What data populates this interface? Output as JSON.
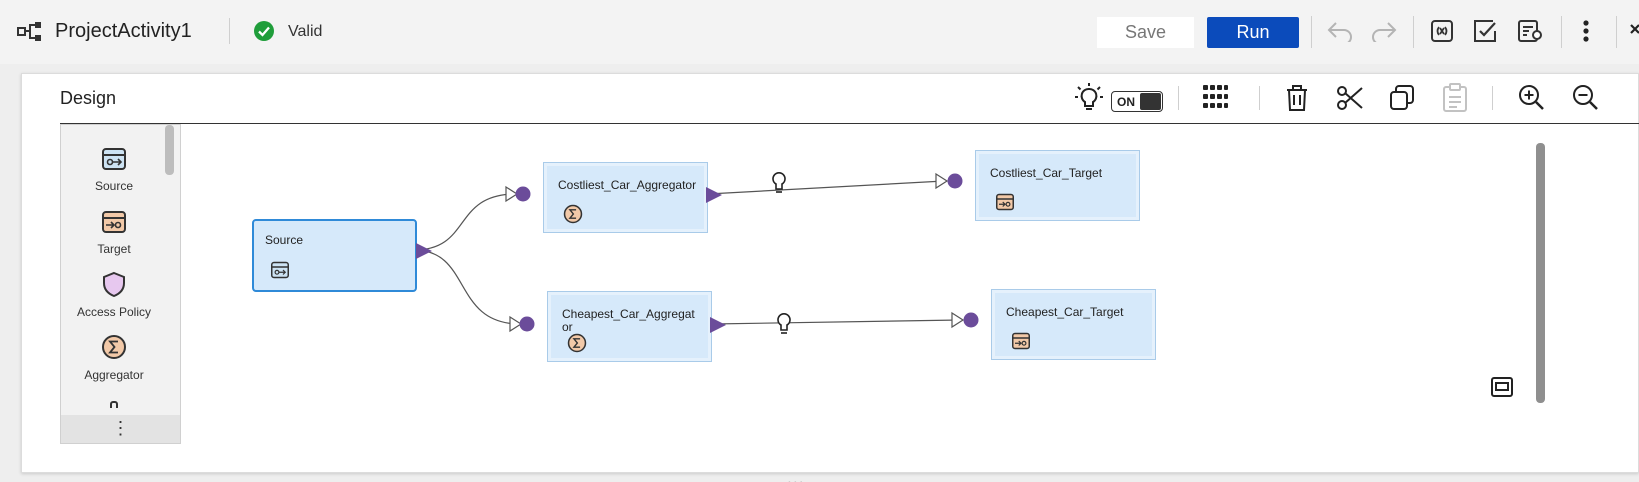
{
  "header": {
    "title": "ProjectActivity1",
    "status": "Valid",
    "save_label": "Save",
    "run_label": "Run",
    "icons": [
      "flow-diagram-icon",
      "valid-check-icon",
      "undo-icon",
      "redo-icon",
      "validate-expression-icon",
      "validate-check-icon",
      "properties-icon",
      "more-menu-icon",
      "close-icon"
    ]
  },
  "design": {
    "title": "Design",
    "toggle_label": "ON",
    "tools": [
      "lightbulb-icon",
      "arrange-grid-icon",
      "delete-icon",
      "cut-icon",
      "copy-icon",
      "paste-icon",
      "zoom-in-icon",
      "zoom-out-icon"
    ]
  },
  "palette": {
    "items": [
      {
        "label": "Source",
        "icon": "source-icon"
      },
      {
        "label": "Target",
        "icon": "target-icon"
      },
      {
        "label": "Access Policy",
        "icon": "shield-icon"
      },
      {
        "label": "Aggregator",
        "icon": "sigma-icon"
      }
    ],
    "more": "⋮"
  },
  "canvas": {
    "nodes": [
      {
        "id": "source",
        "label": "Source",
        "icon": "source-icon",
        "selected": true
      },
      {
        "id": "costliest-agg",
        "label": "Costliest_Car_Aggregator",
        "icon": "sigma-icon"
      },
      {
        "id": "cheapest-agg",
        "label": "Cheapest_Car_Aggregat\nor",
        "icon": "sigma-icon"
      },
      {
        "id": "costliest-target",
        "label": "Costliest_Car_Target",
        "icon": "target-icon"
      },
      {
        "id": "cheapest-target",
        "label": "Cheapest_Car_Target",
        "icon": "target-icon"
      }
    ]
  },
  "colors": {
    "run_button": "#0b4bbb",
    "node_fill": "#d6e9fa",
    "port": "#6b4c9a",
    "valid": "#1f9d3a"
  }
}
